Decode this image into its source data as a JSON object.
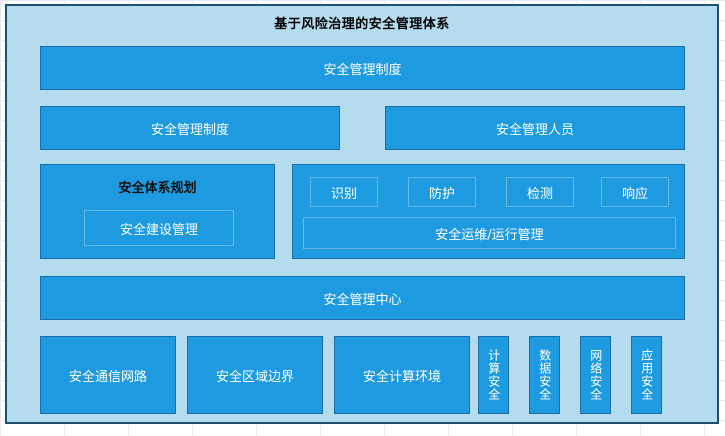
{
  "figure": {
    "title": "基于风险治理的安全管理体系",
    "colors": {
      "panel_background": "#b5dcee",
      "panel_border": "#1f4e6e",
      "box_fill": "#1e9be0",
      "box_border": "#1b6ea8",
      "inner_border": "#63b9e4",
      "box_text": "#ffffff",
      "heading_text": "#101010"
    }
  },
  "rows": {
    "policy_top": {
      "label": "安全管理制度"
    },
    "policy_pair": [
      {
        "label": "安全管理制度"
      },
      {
        "label": "安全管理人员"
      }
    ],
    "planning_block": {
      "heading": "安全体系规划",
      "inner": {
        "label": "安全建设管理"
      }
    },
    "ops_block": {
      "chips": [
        {
          "label": "识别"
        },
        {
          "label": "防护"
        },
        {
          "label": "检测"
        },
        {
          "label": "响应"
        }
      ],
      "bar": {
        "label": "安全运维/运行管理"
      }
    },
    "center": {
      "label": "安全管理中心"
    },
    "bottom_wide": [
      {
        "label": "安全通信网路"
      },
      {
        "label": "安全区域边界"
      },
      {
        "label": "安全计算环境"
      }
    ],
    "bottom_vertical": [
      {
        "label": "计算安全"
      },
      {
        "label": "数据安全"
      },
      {
        "label": "网络安全"
      },
      {
        "label": "应用安全"
      }
    ]
  }
}
